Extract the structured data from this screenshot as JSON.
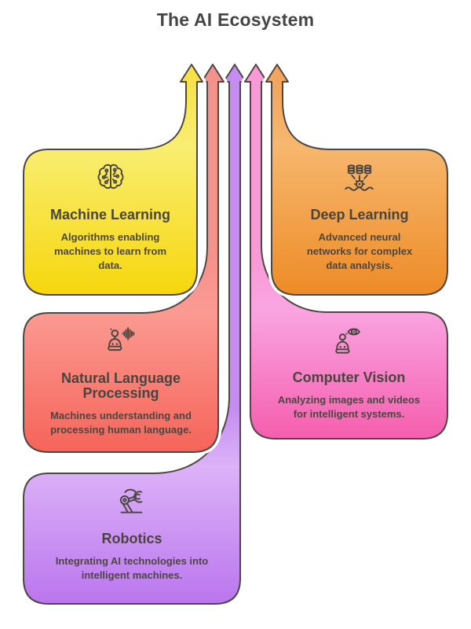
{
  "title": "The AI Ecosystem",
  "outline_color": "#4e4744",
  "background_color": "#ffffff",
  "text_color": "#4a443e",
  "cards": [
    {
      "id": "machine-learning",
      "title": "Machine Learning",
      "description": "Algorithms enabling\nmachines to learn from\ndata.",
      "icon": "brain-circuit-icon",
      "color_arrow": "#f7e24b",
      "color_top": "#f9ee72",
      "color_bottom": "#f6d70e"
    },
    {
      "id": "deep-learning",
      "title": "Deep Learning",
      "description": "Advanced neural\nnetworks for complex\ndata analysis.",
      "icon": "database-gear-icon",
      "color_arrow": "#f2a55f",
      "color_top": "#f7b76e",
      "color_bottom": "#ed8c28"
    },
    {
      "id": "natural-language-processing",
      "title": "Natural Language\nProcessing",
      "description": "Machines understanding and\nprocessing human language.",
      "icon": "robot-voice-icon",
      "color_arrow": "#f4938c",
      "color_top": "#fb9a92",
      "color_bottom": "#f6655a"
    },
    {
      "id": "computer-vision",
      "title": "Computer Vision",
      "description": "Analyzing images and videos\nfor intelligent systems.",
      "icon": "robot-eye-icon",
      "color_arrow": "#f79ad6",
      "color_top": "#faa5e2",
      "color_bottom": "#f55fae"
    },
    {
      "id": "robotics",
      "title": "Robotics",
      "description": "Integrating AI technologies into\nintelligent machines.",
      "icon": "robot-arm-icon",
      "color_arrow": "#c68df1",
      "color_top": "#dcb2f8",
      "color_bottom": "#bb77ee"
    }
  ]
}
